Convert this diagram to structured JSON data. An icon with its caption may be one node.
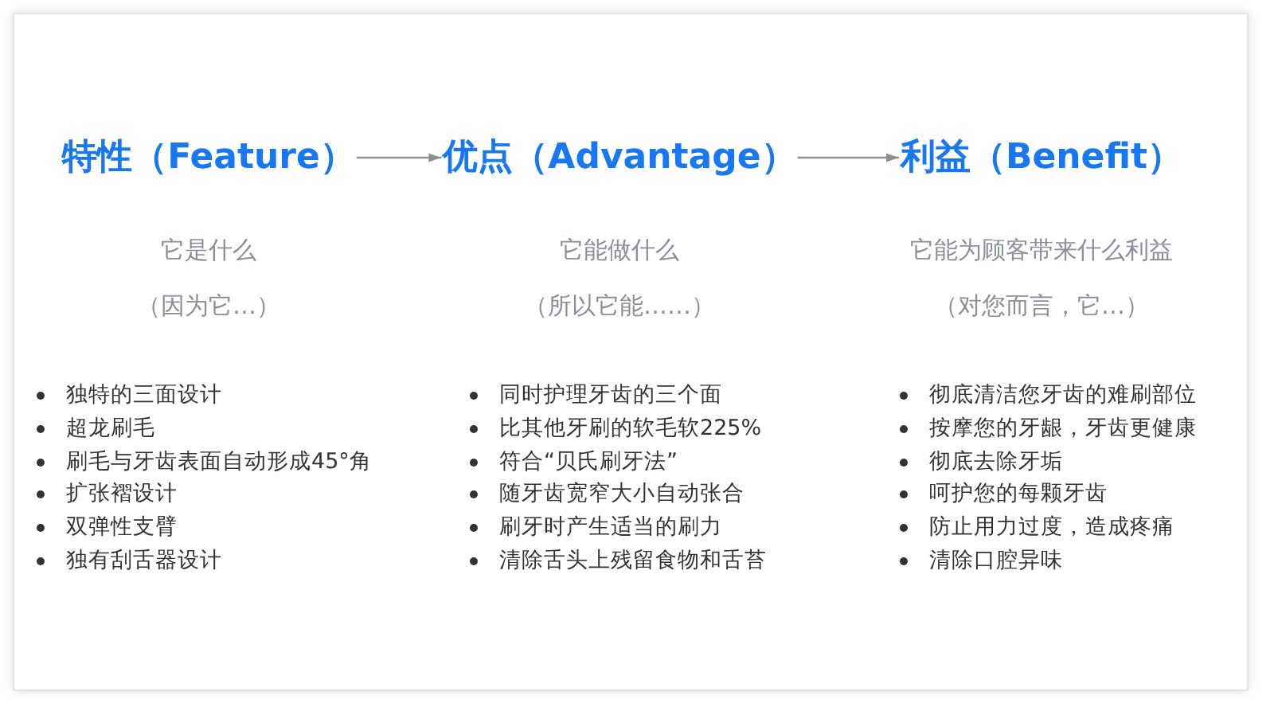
{
  "diagram": {
    "nodes": [
      {
        "text": [
          "特性（Feature）"
        ],
        "beside": [
          "它是什么",
          "（因为它…）",
          "独特的三面设计",
          "超龙刷毛",
          "刷毛与牙齿表面自动形成45°角",
          "扩张褶设计",
          "双弹性支臂",
          "独有刮舌器设计"
        ]
      },
      {
        "text": [
          "优点（Advantage）"
        ],
        "beside": [
          "它能做什么",
          "（所以它能……）",
          "同时护理牙齿的三个面",
          "比其他牙刷的软毛软225%",
          "符合“贝氏刷牙法”",
          "随牙齿宽窄大小自动张合",
          "刷牙时产生适当的刷力",
          "清除舌头上残留食物和舌苔"
        ]
      },
      {
        "text": [
          "利益（Benefit）"
        ],
        "beside": [
          "它能为顾客带来什么利益",
          "（对您而言，它…）",
          "彻底清洁您牙齿的难刷部位",
          "按摩您的牙龈，牙齿更健康",
          "彻底去除牙垢",
          "呵护您的每颗牙齿",
          "防止用力过度，造成疼痛",
          "清除口腔异味"
        ]
      }
    ],
    "edges": [
      {
        "from": 0,
        "to": 1,
        "arrow": "to"
      },
      {
        "from": 1,
        "to": 2,
        "arrow": "to"
      }
    ]
  }
}
